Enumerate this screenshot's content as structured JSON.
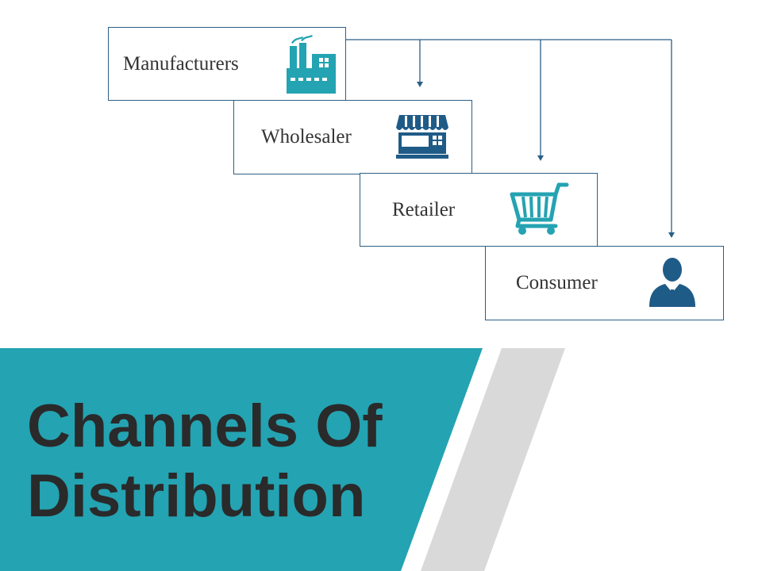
{
  "diagram": {
    "nodes": [
      {
        "id": "manufacturers",
        "label": "Manufacturers",
        "icon": "factory-icon"
      },
      {
        "id": "wholesaler",
        "label": "Wholesaler",
        "icon": "storefront-icon"
      },
      {
        "id": "retailer",
        "label": "Retailer",
        "icon": "shopping-cart-icon"
      },
      {
        "id": "consumer",
        "label": "Consumer",
        "icon": "businessman-icon"
      }
    ],
    "edges": [
      {
        "from": "manufacturers",
        "to": "wholesaler"
      },
      {
        "from": "manufacturers",
        "to": "retailer"
      },
      {
        "from": "manufacturers",
        "to": "consumer"
      }
    ]
  },
  "title": {
    "line1": "Channels Of",
    "line2": "Distribution"
  },
  "colors": {
    "teal": "#24a3b2",
    "navy": "#1f5b87",
    "box_border": "#2b5f86",
    "grey_stripe": "#d9d9d9",
    "title_text": "#2a2a2a"
  }
}
